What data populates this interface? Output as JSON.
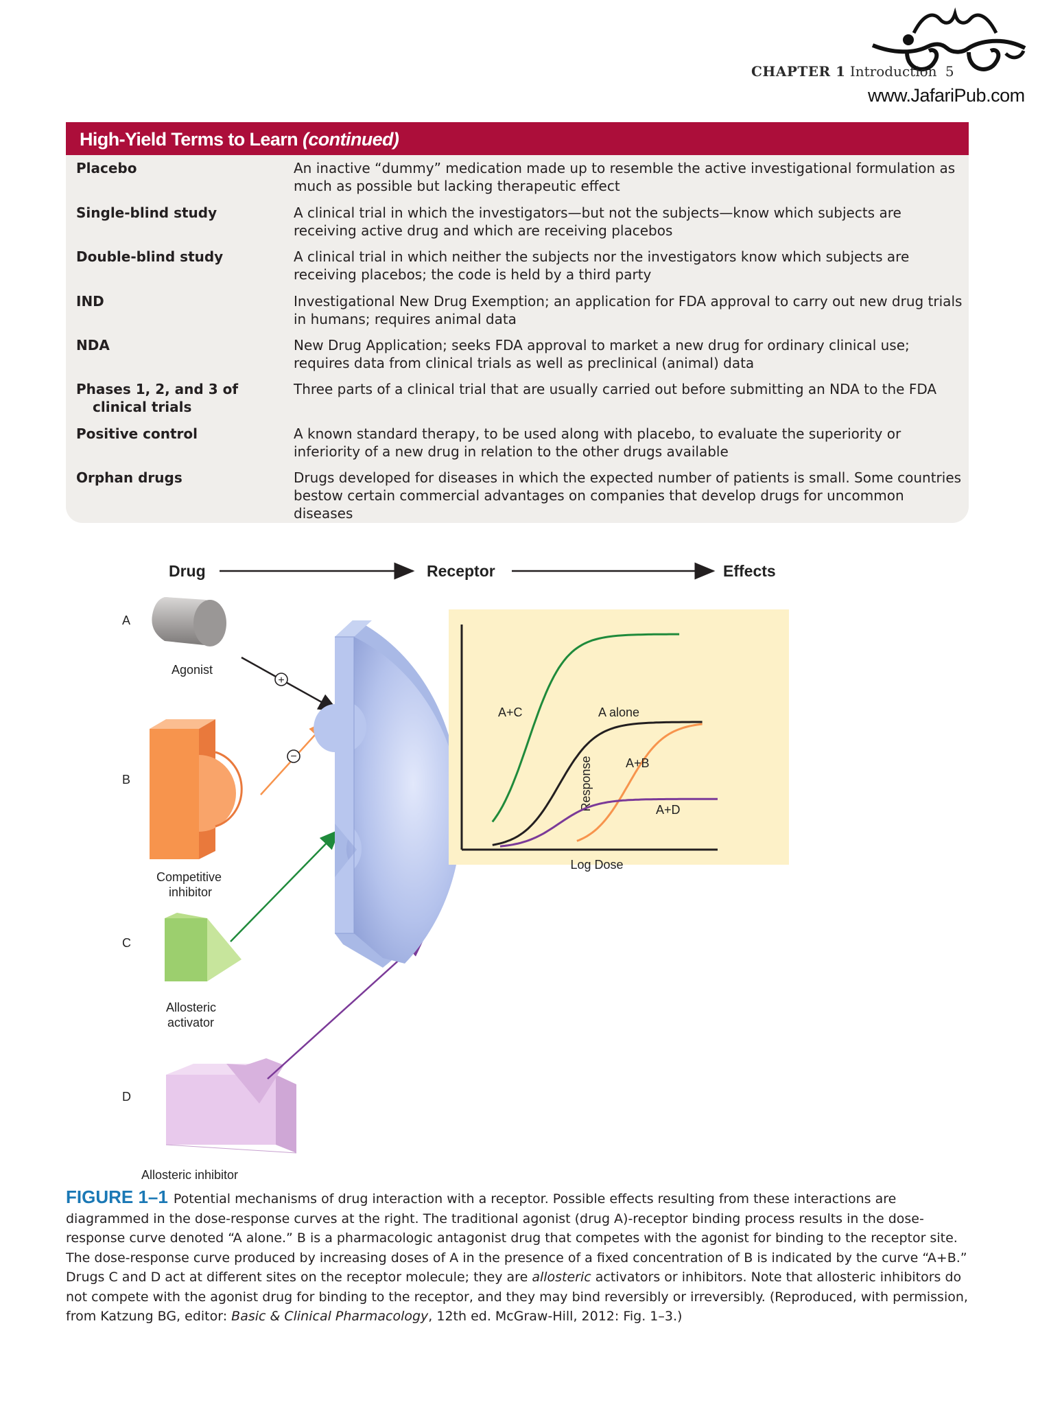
{
  "header": {
    "chapter_label": "CHAPTER 1",
    "chapter_title": "Introduction",
    "page_number": "5",
    "website": "www.JafariPub.com"
  },
  "terms": {
    "title_prefix": "High-Yield Terms to Learn",
    "title_suffix": "(continued)",
    "items": [
      {
        "term": "Placebo",
        "definition": "An inactive “dummy” medication made up to resemble the active investigational formulation as much as possible but lacking therapeutic effect"
      },
      {
        "term": "Single-blind study",
        "definition": "A clinical trial in which the investigators—but not the subjects—know which subjects are receiving active drug and which are receiving placebos"
      },
      {
        "term": "Double-blind study",
        "definition": "A clinical trial in which neither the subjects nor the investigators know which subjects are receiving placebos; the code is held by a third party"
      },
      {
        "term": "IND",
        "definition": "Investigational New Drug Exemption; an application for FDA approval to carry out new drug trials in humans; requires animal data"
      },
      {
        "term": "NDA",
        "definition": "New Drug Application; seeks FDA approval to market a new drug for ordinary clinical use; requires data from clinical trials as well as preclinical (animal) data"
      },
      {
        "term": "Phases 1, 2, and 3 of",
        "term_line2": "clinical trials",
        "definition": "Three parts of a clinical trial that are usually carried out before submitting an NDA to the FDA"
      },
      {
        "term": "Positive control",
        "definition": "A known standard therapy, to be used along with placebo, to evaluate the superiority or inferiority of a new drug in relation to the other drugs available"
      },
      {
        "term": "Orphan drugs",
        "definition": "Drugs developed for diseases in which the expected number of patients is small. Some countries bestow certain commercial advantages on companies that develop drugs for uncommon diseases"
      }
    ]
  },
  "figure": {
    "headers": {
      "drug": "Drug",
      "receptor": "Receptor",
      "effects": "Effects"
    },
    "rows": [
      {
        "letter": "A",
        "name": "Agonist",
        "sign": "+"
      },
      {
        "letter": "B",
        "name_line1": "Competitive",
        "name_line2": "inhibitor",
        "sign": "−"
      },
      {
        "letter": "C",
        "name_line1": "Allosteric",
        "name_line2": "activator"
      },
      {
        "letter": "D",
        "name": "Allosteric inhibitor"
      }
    ],
    "colors": {
      "agonist": "#231f20",
      "competitive": "#f7944d",
      "activator": "#1f8a3b",
      "inhibitor": "#7b3a98",
      "receptor": "#aebde8",
      "chart_bg": "#fdf1c8"
    },
    "caption": {
      "label": "FIGURE 1–1",
      "text1": "Potential mechanisms of drug interaction with a receptor. Possible effects resulting from these interactions are diagrammed in the dose-response curves at the right. The traditional agonist (drug A)-receptor binding process results in the dose-response curve denoted “A alone.” B is a pharmacologic antagonist drug that competes with the agonist for binding to the receptor site. The dose-response curve produced by increasing doses of A in the presence of a fixed concentration of B is indicated by the curve “A+B.” Drugs C and D act at different sites on the receptor molecule; they are ",
      "allosteric": "allosteric",
      "text2": " activators or inhibitors. Note that allosteric inhibitors do not compete with the agonist drug for binding to the receptor, and they may bind reversibly or irreversibly. (Reproduced, with permission, from Katzung BG, editor: ",
      "book": "Basic & Clinical Pharmacology",
      "text3": ", 12th ed. McGraw-Hill, 2012: Fig. 1–3.)"
    }
  },
  "chart_data": {
    "type": "line",
    "xlabel": "Log Dose",
    "ylabel": "Response",
    "series": [
      {
        "name": "A+C",
        "color": "#1f8a3b",
        "ec50": 0.26,
        "emax": 1.0,
        "start": 0.12,
        "end": 0.85
      },
      {
        "name": "A alone",
        "color": "#231f20",
        "ec50": 0.38,
        "emax": 0.59,
        "start": 0.12,
        "end": 0.94
      },
      {
        "name": "A+B",
        "color": "#f7944d",
        "ec50": 0.65,
        "emax": 0.59,
        "start": 0.45,
        "end": 0.94
      },
      {
        "name": "A+D",
        "color": "#7b3a98",
        "ec50": 0.38,
        "emax": 0.23,
        "start": 0.15,
        "end": 1.0
      }
    ]
  }
}
